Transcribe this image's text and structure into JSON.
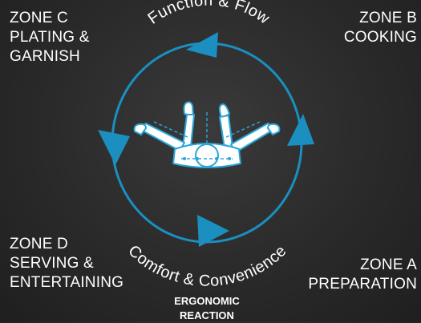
{
  "zones": {
    "c": {
      "lines": [
        "ZONE C",
        "PLATING &",
        "GARNISH"
      ]
    },
    "b": {
      "lines": [
        "ZONE B",
        "COOKING"
      ]
    },
    "d": {
      "lines": [
        "ZONE D",
        "SERVING &",
        "ENTERTAINING"
      ]
    },
    "a": {
      "lines": [
        "ZONE A",
        "PREPARATION"
      ]
    }
  },
  "cycle": {
    "top_label": "Function & Flow",
    "bottom_label": "Comfort & Convenience"
  },
  "caption": {
    "lines": [
      "ERGONOMIC",
      "REACTION"
    ]
  },
  "colors": {
    "ring": "#1a8fc0",
    "figure": "#29a6d8",
    "figure_fill": "#ffffff"
  }
}
